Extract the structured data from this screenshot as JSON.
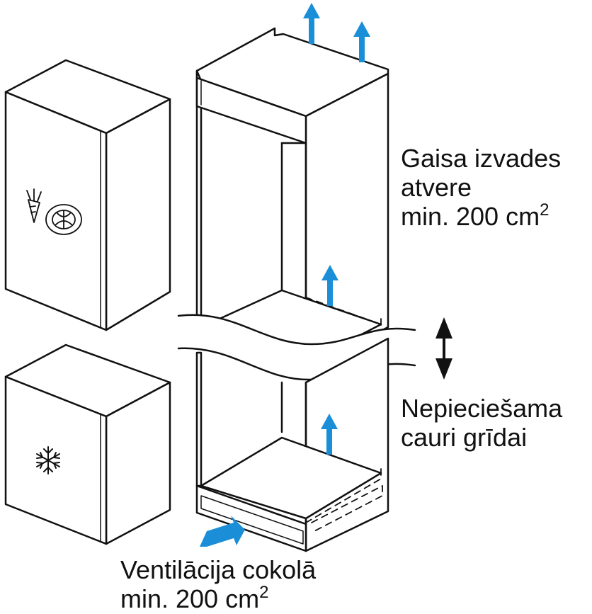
{
  "labels": {
    "outlet_line1": "Gaisa izvades",
    "outlet_line2": "atvere",
    "outlet_line3": "min. 200 cm",
    "outlet_sup": "2",
    "floor_line1": "Nepieciešama",
    "floor_line2": "cauri grīdai",
    "plinth_line1": "Ventilācija cokolā",
    "plinth_line2": "min. 200 cm",
    "plinth_sup": "2"
  },
  "icons": {
    "fridge_door": "vegetables-icon",
    "freezer_door": "snowflake-icon",
    "airflow": "air-arrow-icon",
    "height_adjust": "double-arrow-icon"
  },
  "colors": {
    "line": "#111111",
    "arrow": "#1a8fd8",
    "background": "#ffffff"
  }
}
